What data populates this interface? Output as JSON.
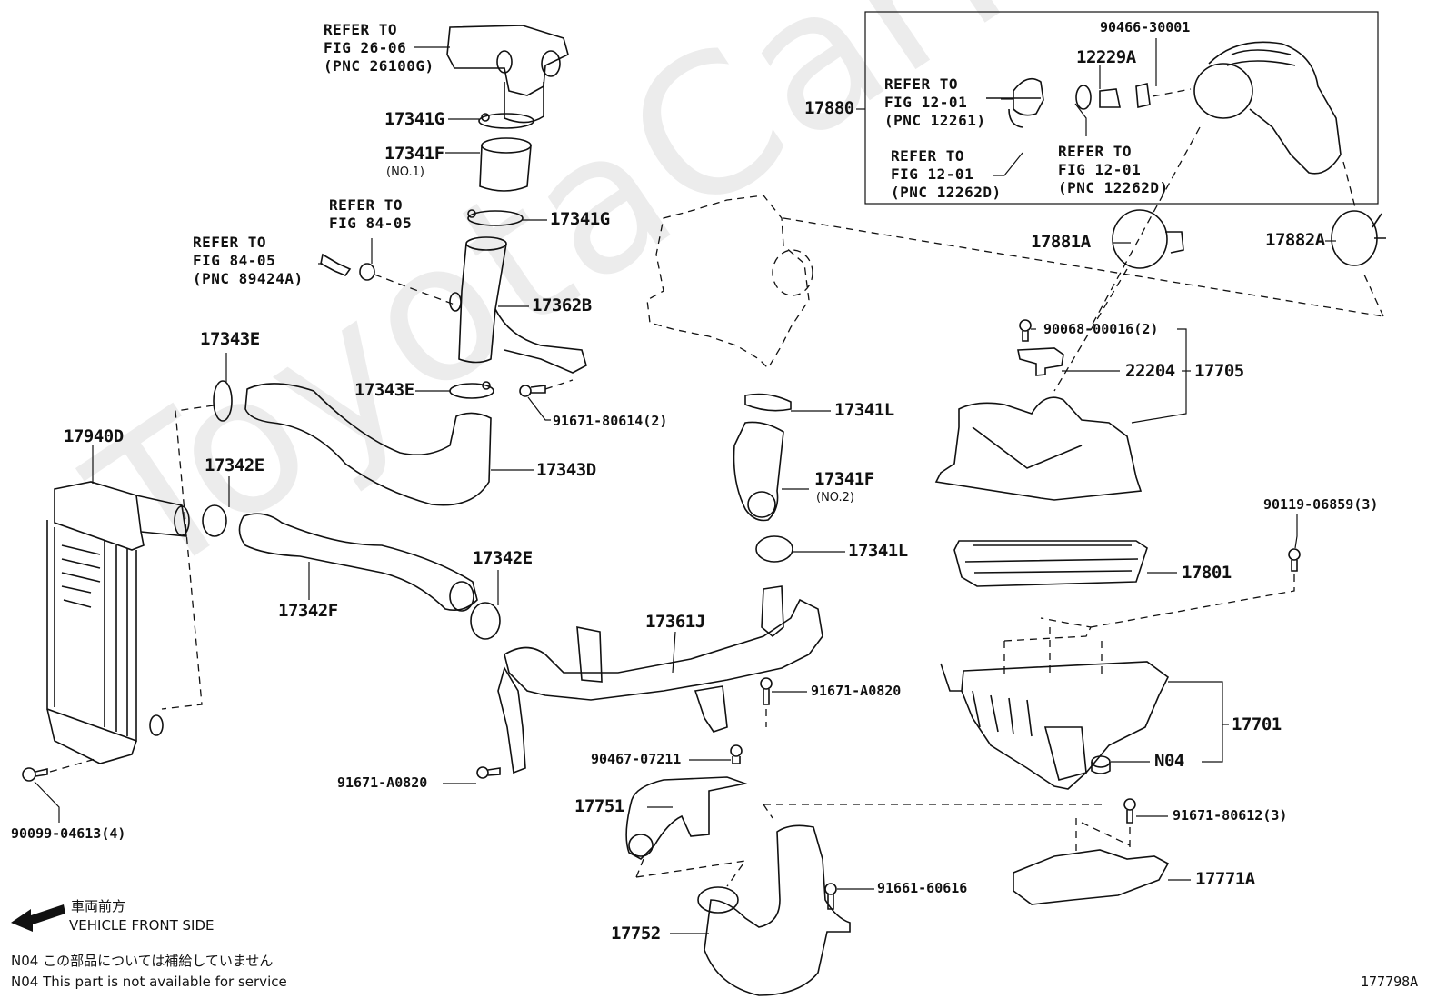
{
  "diagram": {
    "figure_id": "177798A",
    "watermark": "ToyotaCarMine.ru",
    "group_box_label": "17880",
    "parts": {
      "p17341G_top": "17341G",
      "p17341F_no1": "17341F",
      "p17341F_no1_sub": "(NO.1)",
      "p17341G_mid": "17341G",
      "p17362B": "17362B",
      "p17343E_left": "17343E",
      "p17343E_mid": "17343E",
      "p91671_80614": "91671-80614(2)",
      "p17343D": "17343D",
      "p17940D": "17940D",
      "p17342E_left": "17342E",
      "p17342F": "17342F",
      "p17342E_mid": "17342E",
      "p17361J": "17361J",
      "p91671_A0820_right": "91671-A0820",
      "p90467_07211": "90467-07211",
      "p91671_A0820_left": "91671-A0820",
      "p90099_04613": "90099-04613(4)",
      "p17751": "17751",
      "p17752": "17752",
      "p91661_60616": "91661-60616",
      "p17341L_top": "17341L",
      "p17341F_no2": "17341F",
      "p17341F_no2_sub": "(NO.2)",
      "p17341L_bot": "17341L",
      "p90466_30001": "90466-30001",
      "p12229A": "12229A",
      "p17881A": "17881A",
      "p17882A": "17882A",
      "p90068_00016": "90068-00016(2)",
      "p22204": "22204",
      "p17705": "17705",
      "p90119_06859": "90119-06859(3)",
      "p17801": "17801",
      "p17701": "17701",
      "pN04": "N04",
      "p91671_80612": "91671-80612(3)",
      "p17771A": "17771A"
    },
    "references": {
      "fig_26_06": "REFER TO\nFIG 26-06\n(PNC 26100G)",
      "fig_84_05_a": "REFER TO\nFIG 84-05",
      "fig_84_05_b": "REFER TO\nFIG 84-05\n(PNC 89424A)",
      "fig_12_01_a": "REFER TO\nFIG 12-01\n(PNC 12261)",
      "fig_12_01_b": "REFER TO\nFIG 12-01\n(PNC 12262D)",
      "fig_12_01_c": "REFER TO\nFIG 12-01\n(PNC 12262D)"
    },
    "legend": {
      "direction_jp": "車両前方",
      "direction_en": "VEHICLE FRONT SIDE",
      "note_jp": "N04  この部品については補給していません",
      "note_en": "N04  This part is not available for service"
    }
  }
}
